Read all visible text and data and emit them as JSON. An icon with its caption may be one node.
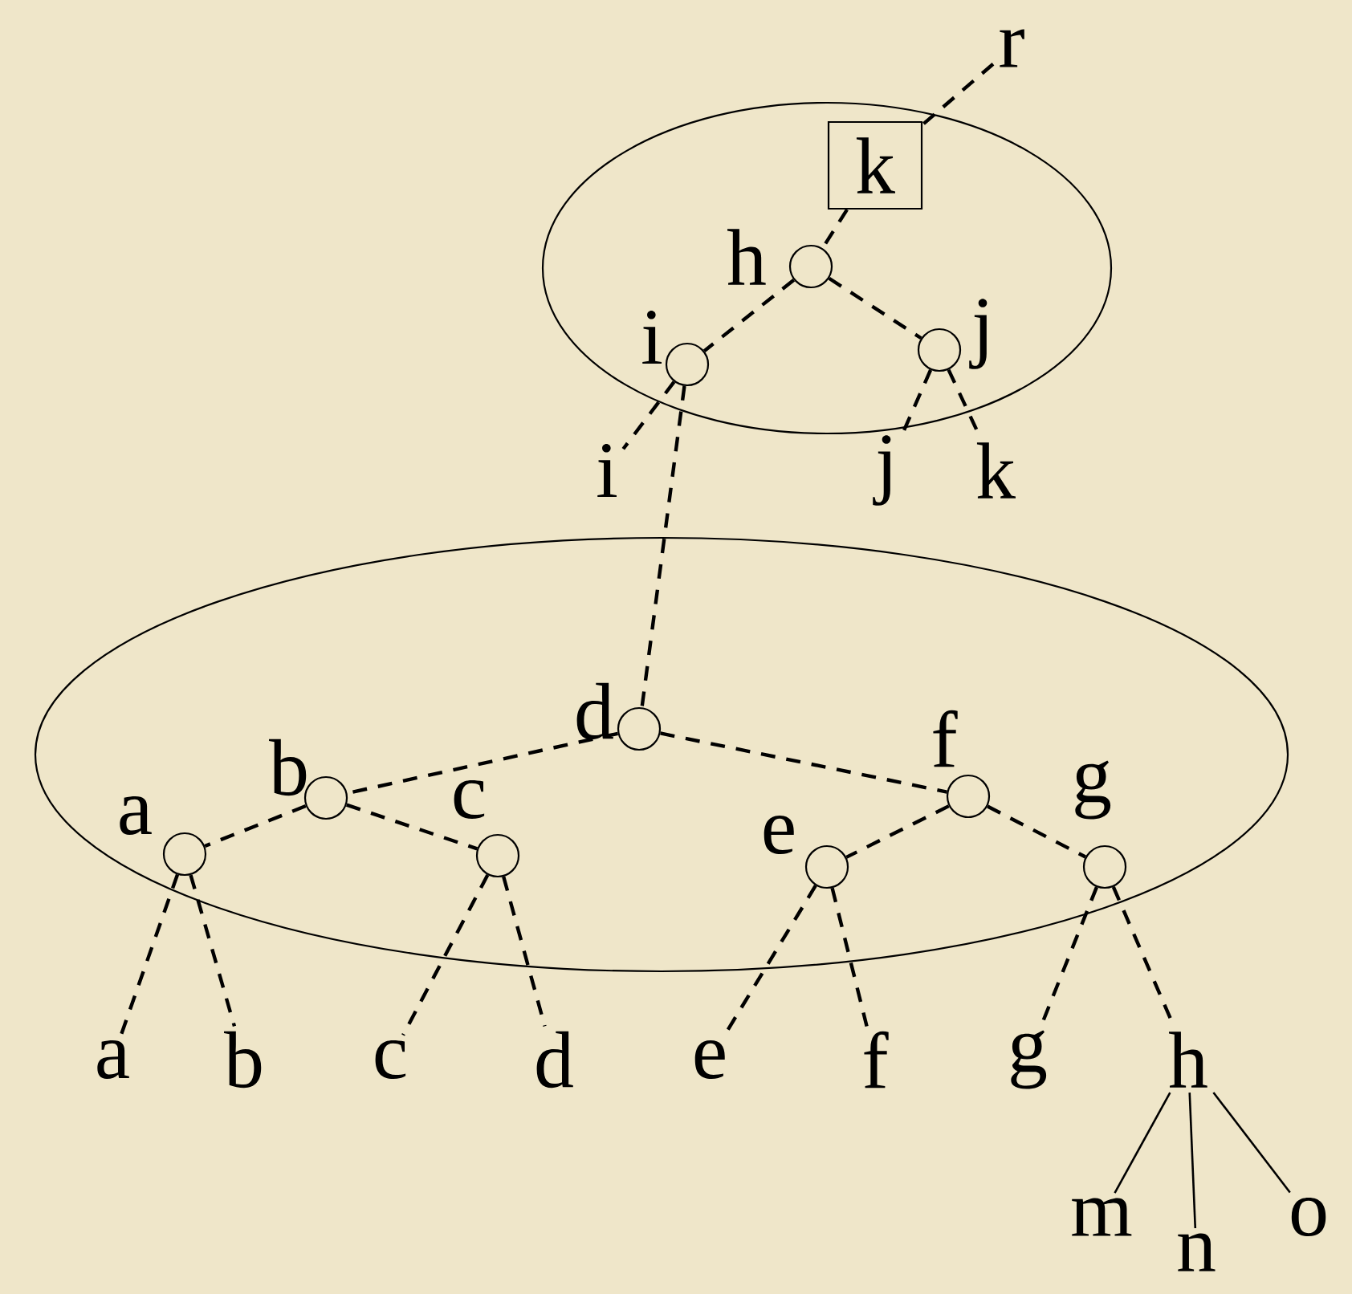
{
  "diagram": {
    "nodes": [
      {
        "text": [],
        "shape": "ellipse"
      },
      {
        "text": [
          "k"
        ],
        "in": 0
      },
      {
        "text": [],
        "shape": "circle",
        "beside": [
          "h"
        ],
        "in": 0
      },
      {
        "text": [],
        "shape": "circle",
        "beside": [
          "i"
        ],
        "in": 0
      },
      {
        "text": [],
        "shape": "circle",
        "beside": [
          "j"
        ],
        "in": 0
      },
      {
        "text": [
          "r"
        ]
      },
      {
        "text": [
          "i"
        ]
      },
      {
        "text": [
          "j"
        ]
      },
      {
        "text": [
          "k"
        ]
      },
      {
        "text": [],
        "shape": "ellipse"
      },
      {
        "text": [],
        "shape": "circle",
        "beside": [
          "d"
        ],
        "in": 9
      },
      {
        "text": [],
        "shape": "circle",
        "beside": [
          "b"
        ],
        "in": 9
      },
      {
        "text": [],
        "shape": "circle",
        "beside": [
          "a"
        ],
        "in": 9
      },
      {
        "text": [],
        "shape": "circle",
        "beside": [
          "c"
        ],
        "in": 9
      },
      {
        "text": [],
        "shape": "circle",
        "beside": [
          "f"
        ],
        "in": 9
      },
      {
        "text": [],
        "shape": "circle",
        "beside": [
          "e"
        ],
        "in": 9
      },
      {
        "text": [],
        "shape": "circle",
        "beside": [
          "g"
        ],
        "in": 9
      },
      {
        "text": [
          "a"
        ]
      },
      {
        "text": [
          "b"
        ]
      },
      {
        "text": [
          "c"
        ]
      },
      {
        "text": [
          "d"
        ]
      },
      {
        "text": [
          "e"
        ]
      },
      {
        "text": [
          "f"
        ]
      },
      {
        "text": [
          "g"
        ]
      },
      {
        "text": [
          "h"
        ]
      },
      {
        "text": [
          "m"
        ]
      },
      {
        "text": [
          "n"
        ]
      },
      {
        "text": [
          "o"
        ]
      }
    ],
    "edges": [
      {
        "from": 5,
        "to": 1,
        "arrow": "none",
        "style": "dashed"
      },
      {
        "from": 1,
        "to": 2,
        "arrow": "none",
        "style": "dashed"
      },
      {
        "from": 2,
        "to": 3,
        "arrow": "none",
        "style": "dashed"
      },
      {
        "from": 2,
        "to": 4,
        "arrow": "none",
        "style": "dashed"
      },
      {
        "from": 3,
        "to": 6,
        "arrow": "none",
        "style": "dashed"
      },
      {
        "from": 3,
        "to": 10,
        "arrow": "none",
        "style": "dashed"
      },
      {
        "from": 4,
        "to": 7,
        "arrow": "none",
        "style": "dashed"
      },
      {
        "from": 4,
        "to": 8,
        "arrow": "none",
        "style": "dashed"
      },
      {
        "from": 10,
        "to": 11,
        "arrow": "none",
        "style": "dashed"
      },
      {
        "from": 11,
        "to": 12,
        "arrow": "none",
        "style": "dashed"
      },
      {
        "from": 11,
        "to": 13,
        "arrow": "none",
        "style": "dashed"
      },
      {
        "from": 10,
        "to": 14,
        "arrow": "none",
        "style": "dashed"
      },
      {
        "from": 14,
        "to": 15,
        "arrow": "none",
        "style": "dashed"
      },
      {
        "from": 14,
        "to": 16,
        "arrow": "none",
        "style": "dashed"
      },
      {
        "from": 12,
        "to": 17,
        "arrow": "none",
        "style": "dashed"
      },
      {
        "from": 12,
        "to": 18,
        "arrow": "none",
        "style": "dashed"
      },
      {
        "from": 13,
        "to": 19,
        "arrow": "none",
        "style": "dashed"
      },
      {
        "from": 13,
        "to": 20,
        "arrow": "none",
        "style": "dashed"
      },
      {
        "from": 15,
        "to": 21,
        "arrow": "none",
        "style": "dashed"
      },
      {
        "from": 15,
        "to": 22,
        "arrow": "none",
        "style": "dashed"
      },
      {
        "from": 16,
        "to": 23,
        "arrow": "none",
        "style": "dashed"
      },
      {
        "from": 16,
        "to": 24,
        "arrow": "none",
        "style": "dashed"
      },
      {
        "from": 24,
        "to": 25,
        "arrow": "none"
      },
      {
        "from": 24,
        "to": 26,
        "arrow": "none"
      },
      {
        "from": 24,
        "to": 27,
        "arrow": "none"
      }
    ]
  }
}
